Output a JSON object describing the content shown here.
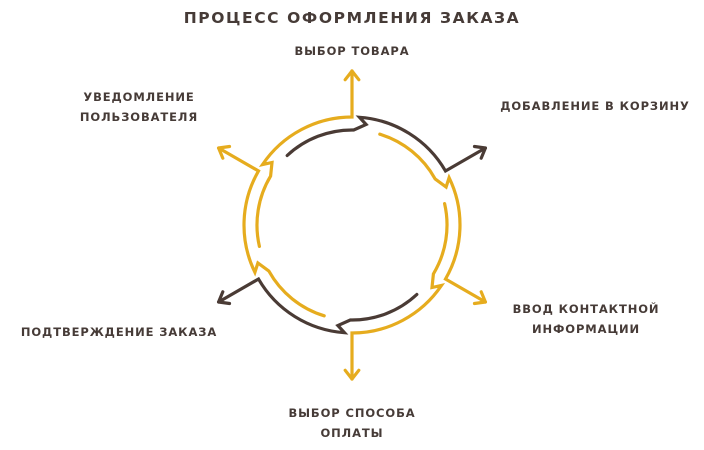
{
  "title": "ПРОЦЕСС ОФОРМЛЕНИЯ ЗАКАЗА",
  "colors": {
    "gold": "#E6AC1E",
    "brown": "#4A3B35",
    "text": "#463B37",
    "background": "#FFFFFF"
  },
  "steps": [
    {
      "label_lines": [
        "ВЫБОР ТОВАРА"
      ],
      "arrow_angle_deg": 90,
      "color": "gold"
    },
    {
      "label_lines": [
        "ДОБАВЛЕНИЕ В КОРЗИНУ"
      ],
      "arrow_angle_deg": 30,
      "color": "brown"
    },
    {
      "label_lines": [
        "ВВОД КОНТАКТНОЙ",
        "ИНФОРМАЦИИ"
      ],
      "arrow_angle_deg": -30,
      "color": "gold"
    },
    {
      "label_lines": [
        "ВЫБОР СПОСОБА",
        "ОПЛАТЫ"
      ],
      "arrow_angle_deg": -90,
      "color": "gold"
    },
    {
      "label_lines": [
        "ПОДТВЕРЖДЕНИЕ ЗАКАЗА"
      ],
      "arrow_angle_deg": -150,
      "color": "brown"
    },
    {
      "label_lines": [
        "УВЕДОМЛЕНИЕ",
        "ПОЛЬЗОВАТЕЛЯ"
      ],
      "arrow_angle_deg": 150,
      "color": "gold"
    }
  ]
}
